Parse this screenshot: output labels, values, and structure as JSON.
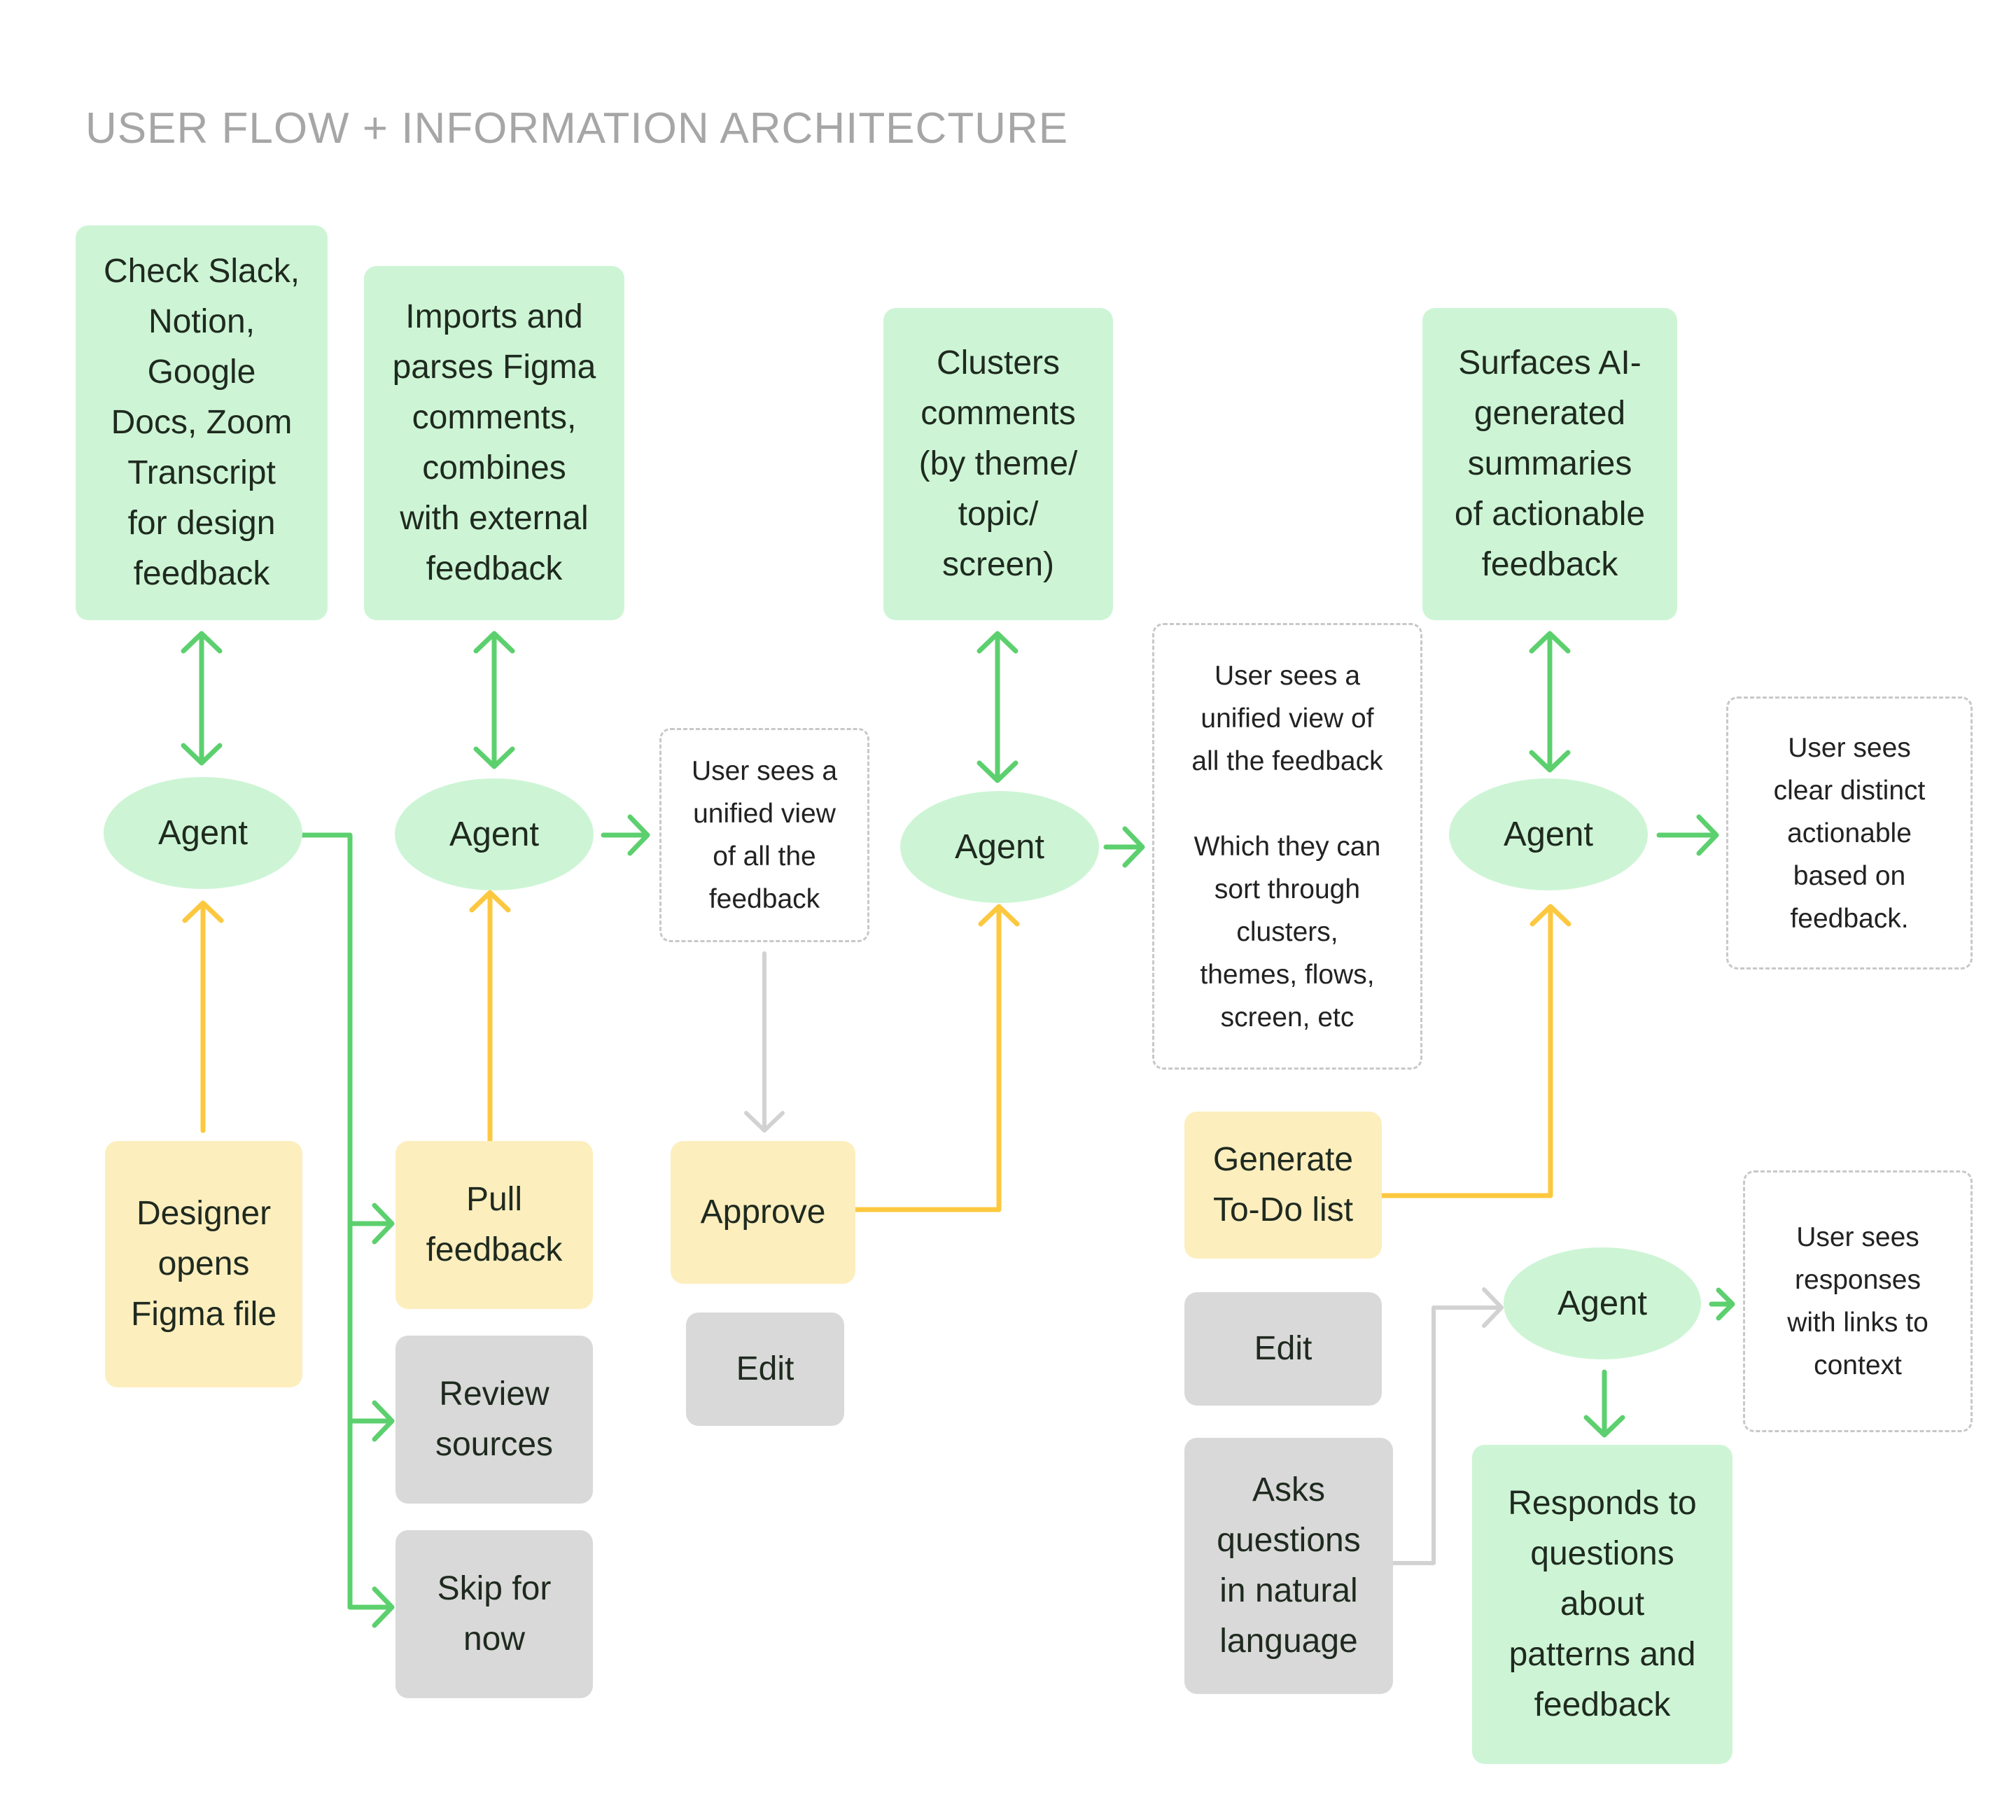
{
  "title": "USER FLOW + INFORMATION ARCHITECTURE",
  "agent_label": "Agent",
  "colors": {
    "green_box": "#cdf5d5",
    "yellow_box": "#fdeebe",
    "gray_box": "#d9d9d9",
    "green_arrow": "#5cd06e",
    "yellow_arrow": "#fcc83f",
    "gray_arrow": "#d2d2d2"
  },
  "boxes": {
    "check_sources": "Check Slack,\nNotion,\nGoogle\nDocs, Zoom\nTranscript\nfor design\nfeedback",
    "imports": "Imports and\nparses Figma\ncomments,\ncombines\nwith external\nfeedback",
    "clusters": "Clusters\ncomments\n(by theme/\ntopic/\nscreen)",
    "surfaces": "Surfaces AI-\ngenerated\nsummaries\nof actionable\nfeedback",
    "designer_opens": "Designer\nopens\nFigma file",
    "pull_feedback": "Pull\nfeedback",
    "review_sources": "Review\nsources",
    "skip_for_now": "Skip for\nnow",
    "approve": "Approve",
    "edit_1": "Edit",
    "generate_todo": "Generate\nTo-Do list",
    "edit_2": "Edit",
    "asks_questions": "Asks\nquestions\nin natural\nlanguage",
    "responds": "Responds to\nquestions\nabout\npatterns and\nfeedback"
  },
  "notes": {
    "unified_1": "User sees a\nunified view\nof all the\nfeedback",
    "unified_2": "User sees a\nunified view of\nall the feedback\n\nWhich they can\nsort through\nclusters,\nthemes, flows,\nscreen, etc",
    "clear_actionable": "User sees\nclear distinct\nactionable\nbased on\nfeedback.",
    "responses_links": "User sees\nresponses\nwith links to\ncontext"
  }
}
